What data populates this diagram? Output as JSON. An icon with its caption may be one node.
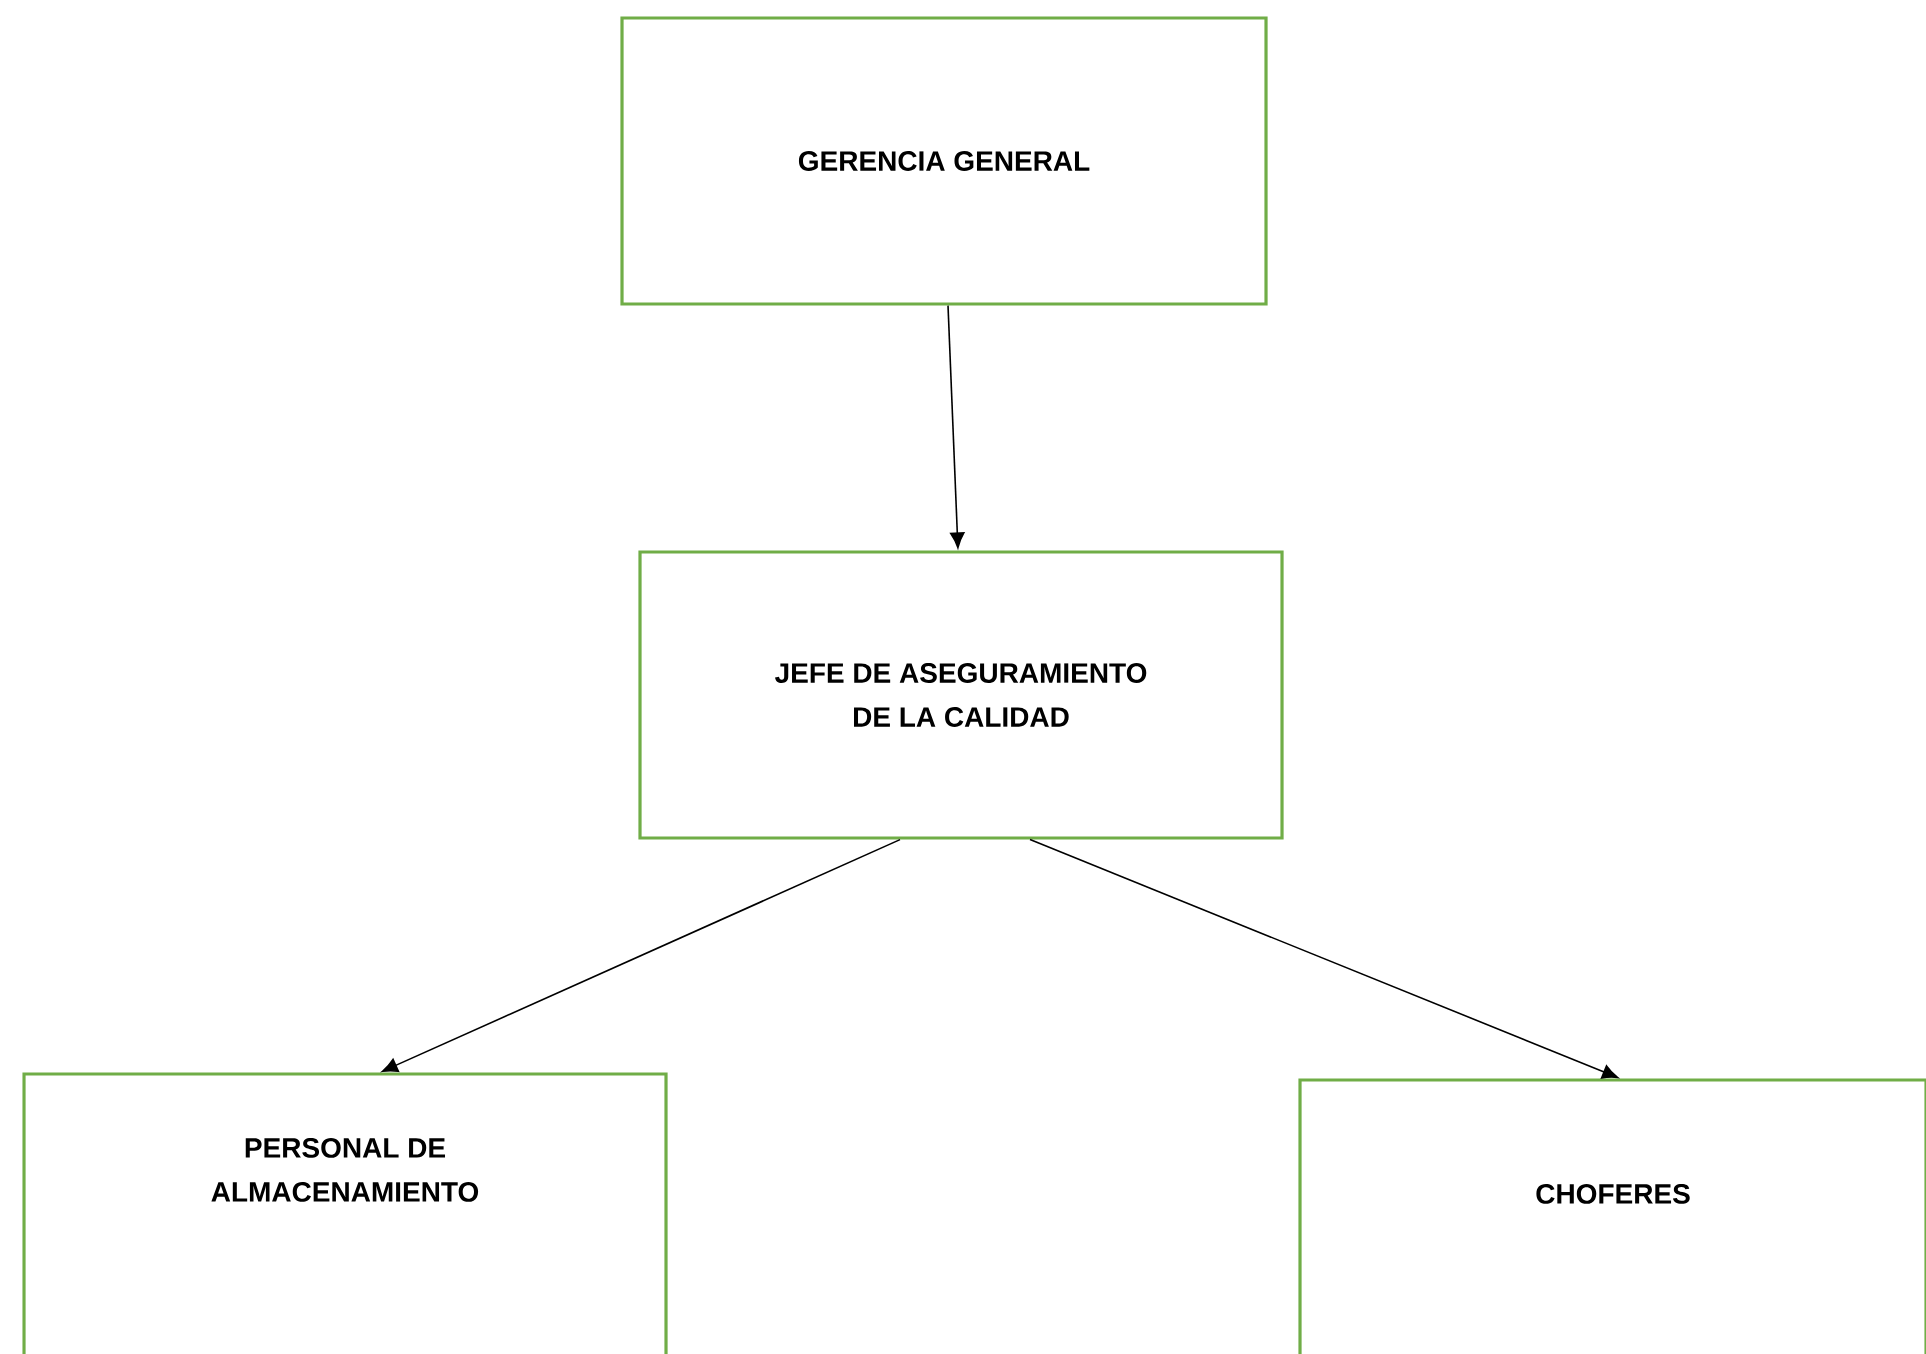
{
  "diagram": {
    "nodes": [
      {
        "text": [
          "GERENCIA GENERAL"
        ]
      },
      {
        "text": [
          "JEFE DE ASEGURAMIENTO DE LA CALIDAD"
        ]
      },
      {
        "text": [
          "PERSONAL DE ALMACENAMIENTO"
        ]
      },
      {
        "text": [
          "CHOFERES"
        ]
      }
    ],
    "edges": [
      {
        "from": 0,
        "to": 1,
        "arrow": "to"
      },
      {
        "from": 1,
        "to": 2,
        "arrow": "to"
      },
      {
        "from": 1,
        "to": 3,
        "arrow": "to"
      }
    ]
  }
}
